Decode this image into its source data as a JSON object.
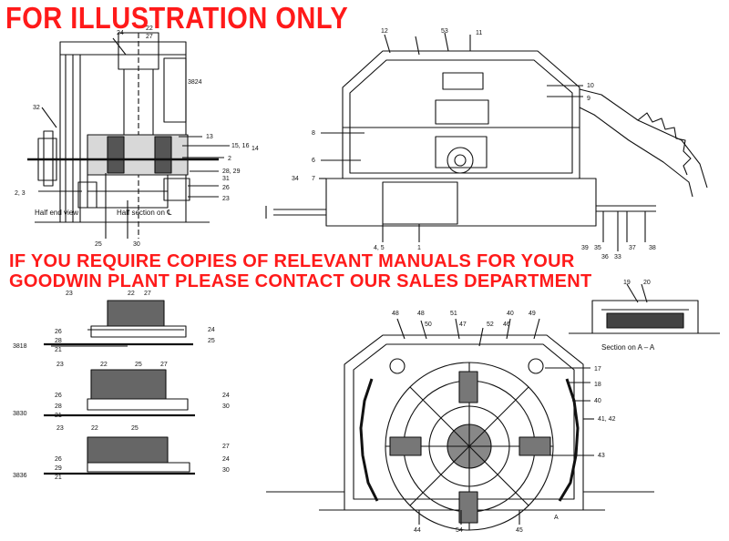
{
  "banner": {
    "top": "FOR ILLUSTRATION ONLY",
    "middle_line1": "IF YOU REQUIRE COPIES OF RELEVANT MANUALS FOR YOUR",
    "middle_line2": "GOODWIN PLANT PLEASE CONTACT OUR SALES DEPARTMENT"
  },
  "colors": {
    "banner": "#ff1a1a",
    "ink": "#111111"
  },
  "captions": {
    "half_end_view": "Half end view",
    "half_section": "Half section on ℄",
    "section_aa": "Section on A – A"
  },
  "model_codes": {
    "m3824": "3824",
    "m3818": "3818",
    "m3830": "3830",
    "m3836": "3836"
  },
  "part_labels": {
    "p1": "1",
    "p2": "2",
    "p2_3": "2, 3",
    "p4_5": "4, 5",
    "p6": "6",
    "p7": "7",
    "p8": "8",
    "p9": "9",
    "p10": "10",
    "p11": "11",
    "p12": "12",
    "p13": "13",
    "p14": "14",
    "p15_16": "15, 16",
    "p17": "17",
    "p18": "18",
    "p19": "19",
    "p20": "20",
    "p21": "21",
    "p22": "22",
    "p23": "23",
    "p24": "24",
    "p25": "25",
    "p26": "26",
    "p27": "27",
    "p28": "28",
    "p28_29": "28, 29",
    "p29": "29",
    "p30": "30",
    "p31": "31",
    "p32": "32",
    "p33": "33",
    "p34": "34",
    "p35": "35",
    "p36": "36",
    "p37": "37",
    "p38": "38",
    "p39": "39",
    "p40": "40",
    "p41_42": "41, 42",
    "p43": "43",
    "p44": "44",
    "p45": "45",
    "p46": "46",
    "p47": "47",
    "p48": "48",
    "p49": "49",
    "p50": "50",
    "p51": "51",
    "p52": "52",
    "p53": "53",
    "p54": "54",
    "pA": "A"
  }
}
